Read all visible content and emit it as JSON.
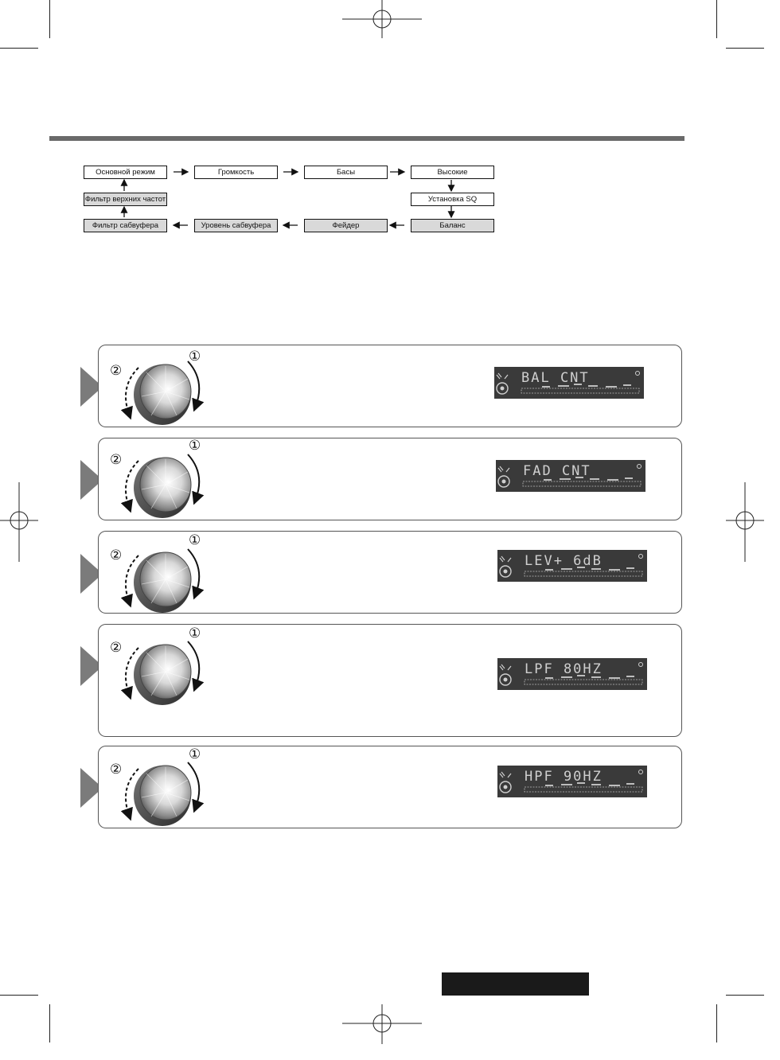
{
  "flow": {
    "main_mode": "Основной режим",
    "volume": "Громкость",
    "bass": "Басы",
    "treble": "Высокие",
    "sq_setting": "Установка SQ",
    "balance": "Баланс",
    "fader": "Фейдер",
    "sub_level": "Уровень сабвуфера",
    "sub_filter": "Фильтр сабвуфера",
    "hpf_filter": "Фильтр верхних частот"
  },
  "steps": [
    {
      "lcd_text": "BAL CNT",
      "mark_1": "①",
      "mark_2": "②"
    },
    {
      "lcd_text": "FAD CNT",
      "mark_1": "①",
      "mark_2": "②"
    },
    {
      "lcd_text": "LEV+ 6dB",
      "mark_1": "①",
      "mark_2": "②"
    },
    {
      "lcd_text": "LPF 80HZ",
      "mark_1": "①",
      "mark_2": "②"
    },
    {
      "lcd_text": "HPF 90HZ",
      "mark_1": "①",
      "mark_2": "②"
    }
  ],
  "colors": {
    "rule": "#6a6a6a",
    "lcd_bg": "#3a3a3a",
    "lcd_segment": "#cfcfcf",
    "pointer": "#7b7b7b"
  }
}
